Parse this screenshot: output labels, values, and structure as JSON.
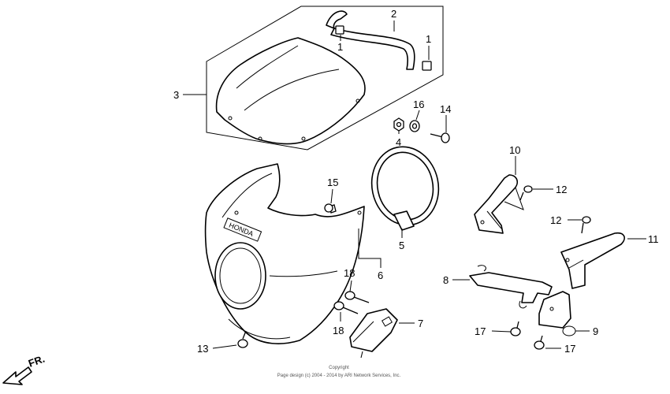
{
  "diagram": {
    "part_numbers": {
      "p1a": "1",
      "p1b": "1",
      "p2": "2",
      "p3": "3",
      "p4": "4",
      "p5": "5",
      "p6": "6",
      "p7": "7",
      "p8": "8",
      "p9": "9",
      "p10": "10",
      "p11": "11",
      "p12a": "12",
      "p12b": "12",
      "p13": "13",
      "p14": "14",
      "p15": "15",
      "p16": "16",
      "p17a": "17",
      "p17b": "17",
      "p18a": "18",
      "p18b": "18"
    },
    "cowl_brand": "HONDA",
    "front_label": "FR.",
    "copyright": {
      "line1": "Copyright",
      "line2": "Page design (c) 2004 - 2014 by ARI Network Services, Inc."
    }
  }
}
